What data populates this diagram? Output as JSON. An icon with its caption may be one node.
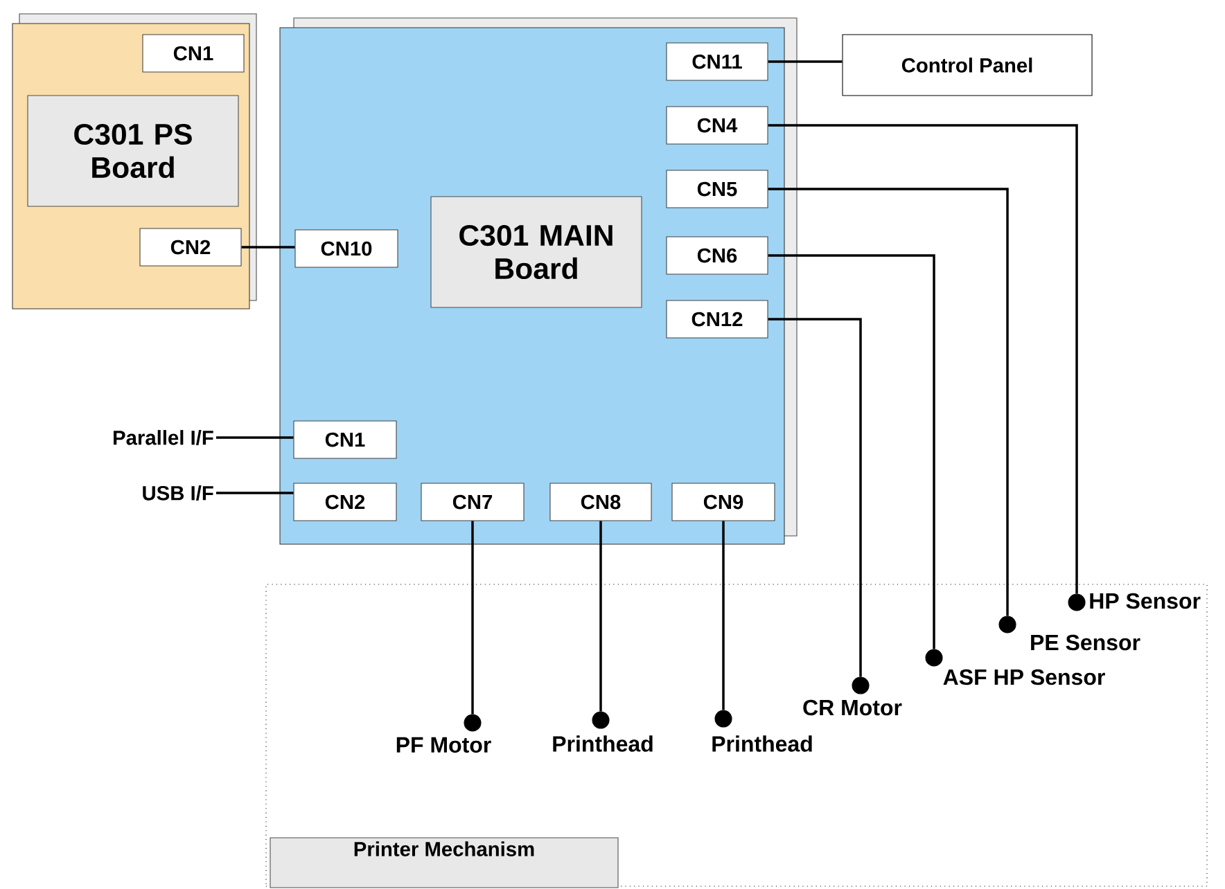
{
  "diagram": {
    "nodes": [
      {
        "text": [],
        "shape": "box"
      },
      {
        "text": [
          "CN1"
        ],
        "in": 0
      },
      {
        "text": [
          "C301 PS Board"
        ],
        "in": 0
      },
      {
        "text": [
          "CN2"
        ],
        "in": 0
      },
      {
        "text": [],
        "shape": "box"
      },
      {
        "text": [
          "CN11"
        ],
        "in": 4
      },
      {
        "text": [
          "CN4"
        ],
        "in": 4
      },
      {
        "text": [
          "CN5"
        ],
        "in": 4
      },
      {
        "text": [
          "CN6"
        ],
        "in": 4
      },
      {
        "text": [
          "CN12"
        ],
        "in": 4
      },
      {
        "text": [
          "CN10"
        ],
        "in": 4
      },
      {
        "text": [
          "C301 MAIN Board"
        ],
        "in": 4
      },
      {
        "text": [
          "CN1"
        ],
        "in": 4
      },
      {
        "text": [
          "CN2"
        ],
        "in": 4
      },
      {
        "text": [
          "CN7"
        ],
        "in": 4
      },
      {
        "text": [
          "CN8"
        ],
        "in": 4
      },
      {
        "text": [
          "CN9"
        ],
        "in": 4
      },
      {
        "text": [
          "Control Panel"
        ]
      },
      {
        "text": [
          "Parallel I/F"
        ]
      },
      {
        "text": [
          "USB I/F"
        ]
      },
      {
        "text": [],
        "shape": "box"
      },
      {
        "text": [
          "Printer Mechanism"
        ],
        "in": 20
      },
      {
        "text": [],
        "shape": "circle",
        "beside": [
          "PF Motor"
        ],
        "in": 20
      },
      {
        "text": [],
        "shape": "circle",
        "beside": [
          "Printhead"
        ],
        "in": 20
      },
      {
        "text": [],
        "shape": "circle",
        "beside": [
          "Printhead"
        ],
        "in": 20
      },
      {
        "text": [],
        "shape": "circle",
        "beside": [
          "CR Motor"
        ],
        "in": 20
      },
      {
        "text": [],
        "shape": "circle",
        "beside": [
          "ASF HP Sensor"
        ],
        "in": 20
      },
      {
        "text": [],
        "shape": "circle",
        "beside": [
          "PE Sensor"
        ],
        "in": 20
      },
      {
        "text": [],
        "shape": "circle",
        "beside": [
          "HP Sensor"
        ],
        "in": 20
      }
    ],
    "edges": [
      {
        "from": 3,
        "to": 10,
        "arrow": "none"
      },
      {
        "from": 5,
        "to": 17,
        "arrow": "none"
      },
      {
        "from": 6,
        "to": 28,
        "arrow": "none"
      },
      {
        "from": 7,
        "to": 27,
        "arrow": "none"
      },
      {
        "from": 8,
        "to": 26,
        "arrow": "none"
      },
      {
        "from": 9,
        "to": 25,
        "arrow": "none"
      },
      {
        "from": 18,
        "to": 12,
        "arrow": "none"
      },
      {
        "from": 19,
        "to": 13,
        "arrow": "none"
      },
      {
        "from": 14,
        "to": 22,
        "arrow": "none"
      },
      {
        "from": 15,
        "to": 23,
        "arrow": "none"
      },
      {
        "from": 16,
        "to": 24,
        "arrow": "none"
      }
    ]
  }
}
